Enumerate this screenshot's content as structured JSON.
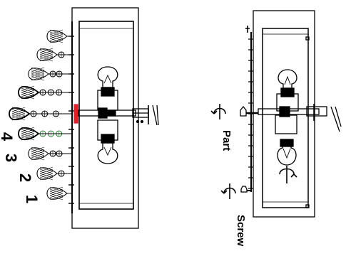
{
  "diagram": {
    "numbers": [
      "1",
      "2",
      "3",
      "4"
    ],
    "labels": {
      "part": "Part",
      "screw": "Screw"
    },
    "colors": {
      "line": "#000000",
      "background": "#ffffff",
      "highlight_red": "#e0202a",
      "highlight_green": "#2e8b3a"
    }
  }
}
